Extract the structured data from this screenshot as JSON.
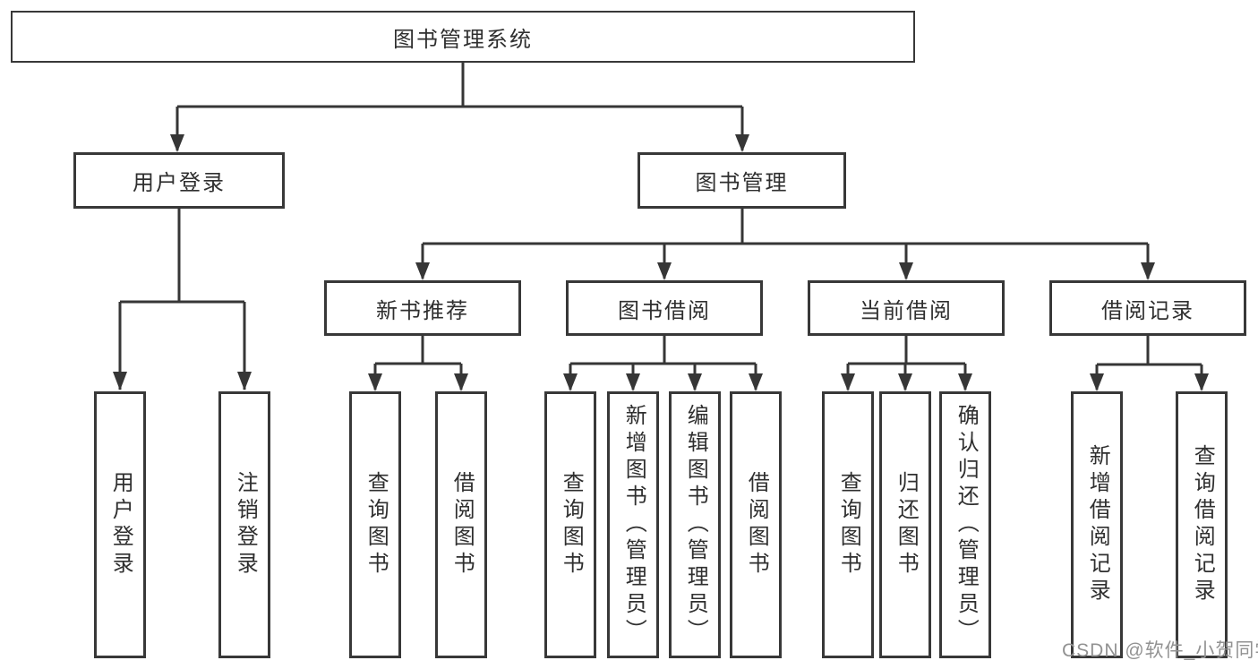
{
  "tree": {
    "root": "图书管理系统",
    "children": [
      {
        "label": "用户登录",
        "children": [
          "用户登录",
          "注销登录"
        ]
      },
      {
        "label": "图书管理",
        "children": [
          {
            "label": "新书推荐",
            "children": [
              "查询图书",
              "借阅图书"
            ]
          },
          {
            "label": "图书借阅",
            "children": [
              "查询图书",
              "新增图书（管理员）",
              "编辑图书（管理员）",
              "借阅图书"
            ]
          },
          {
            "label": "当前借阅",
            "children": [
              "查询图书",
              "归还图书",
              "确认归还（管理员）"
            ]
          },
          {
            "label": "借阅记录",
            "children": [
              "新增借阅记录",
              "查询借阅记录"
            ]
          }
        ]
      }
    ]
  },
  "watermark": "CSDN @软件_小贺同学",
  "colors": {
    "line": "#363636",
    "box_border": "#383838",
    "text": "#2f2f2f",
    "watermark": "#929292",
    "background": "#ffffff"
  }
}
